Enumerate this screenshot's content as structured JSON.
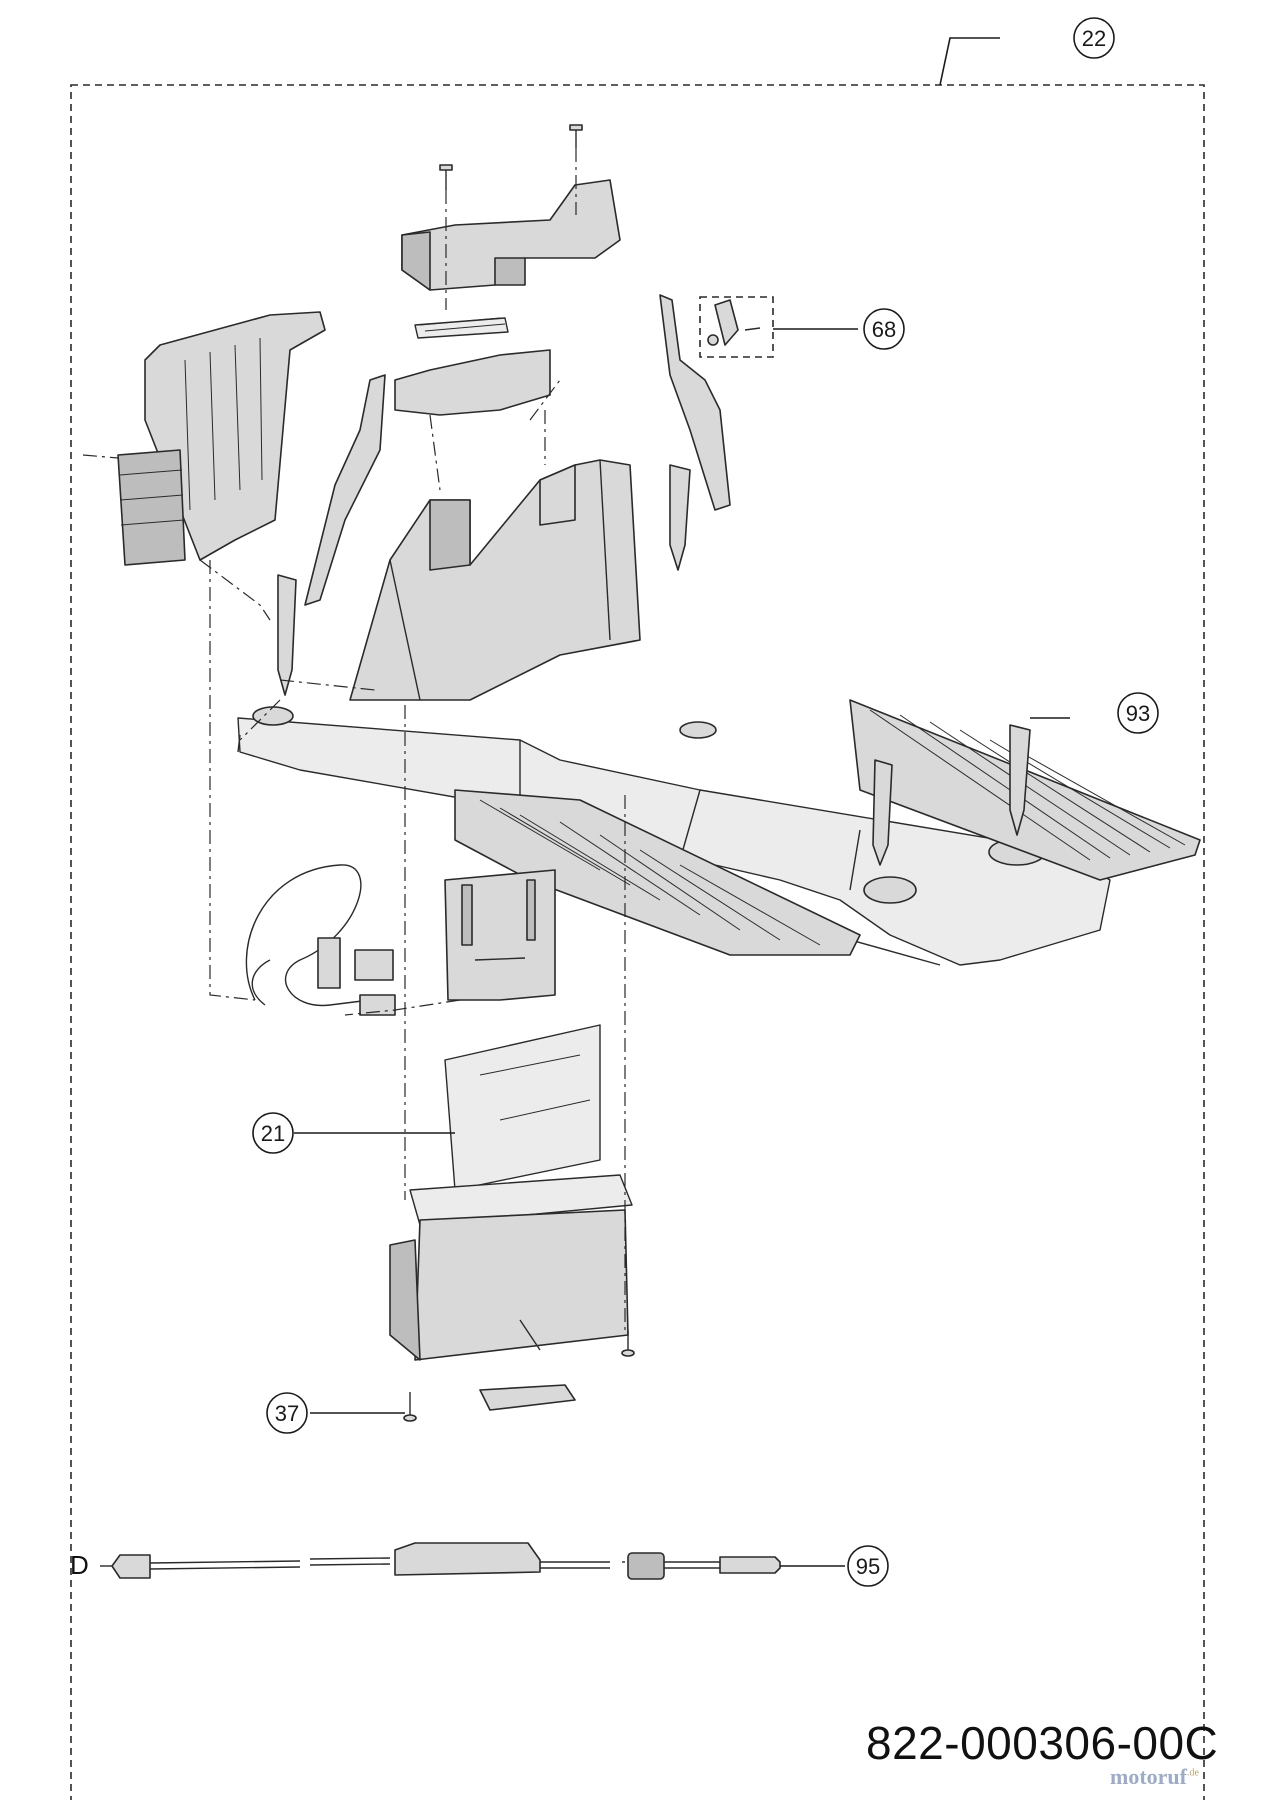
{
  "callouts": [
    {
      "id": "22"
    },
    {
      "id": "68"
    },
    {
      "id": "93"
    },
    {
      "id": "21"
    },
    {
      "id": "37"
    },
    {
      "id": "95"
    }
  ],
  "side_label": "D",
  "drawing_number": "822-000306-00C",
  "watermark": {
    "text": "motoruf",
    "suffix": ".de"
  }
}
